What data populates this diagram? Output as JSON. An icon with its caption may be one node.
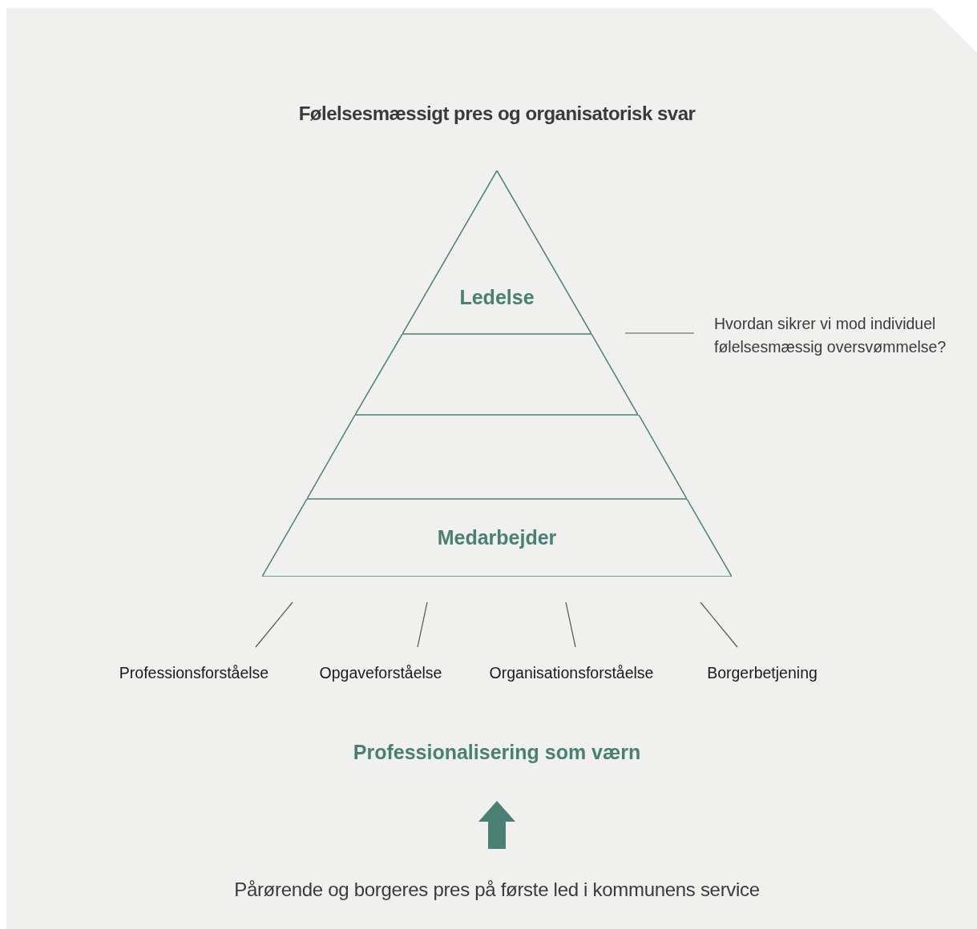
{
  "diagram": {
    "title": "Følelsesmæssigt pres og organisatorisk svar",
    "nodes": [
      {
        "text": [
          "Ledelse"
        ]
      },
      {
        "text": [],
        "shape": "band"
      },
      {
        "text": [],
        "shape": "band"
      },
      {
        "text": [
          "Medarbejder"
        ]
      },
      {
        "text": [
          "Hvordan sikrer vi mod individuel følelsesmæssig oversvømmelse?"
        ]
      },
      {
        "text": [
          "Professionsforståelse"
        ]
      },
      {
        "text": [
          "Opgaveforståelse"
        ]
      },
      {
        "text": [
          "Organisationsforståelse"
        ]
      },
      {
        "text": [
          "Borgerbetjening"
        ]
      },
      {
        "text": [
          "Professionalisering som værn"
        ]
      },
      {
        "text": [
          "Pårørende og borgeres pres på første led i kommunens service"
        ]
      }
    ],
    "edges": [
      {
        "from": 4,
        "to": null,
        "arrow": "none"
      },
      {
        "from": 5,
        "to": null,
        "arrow": "none"
      },
      {
        "from": 6,
        "to": null,
        "arrow": "none"
      },
      {
        "from": 7,
        "to": null,
        "arrow": "none"
      },
      {
        "from": 8,
        "to": null,
        "arrow": "none"
      },
      {
        "from": 10,
        "to": 9,
        "arrow": "to",
        "style": "thick",
        "color": "#4a7f74"
      }
    ]
  }
}
